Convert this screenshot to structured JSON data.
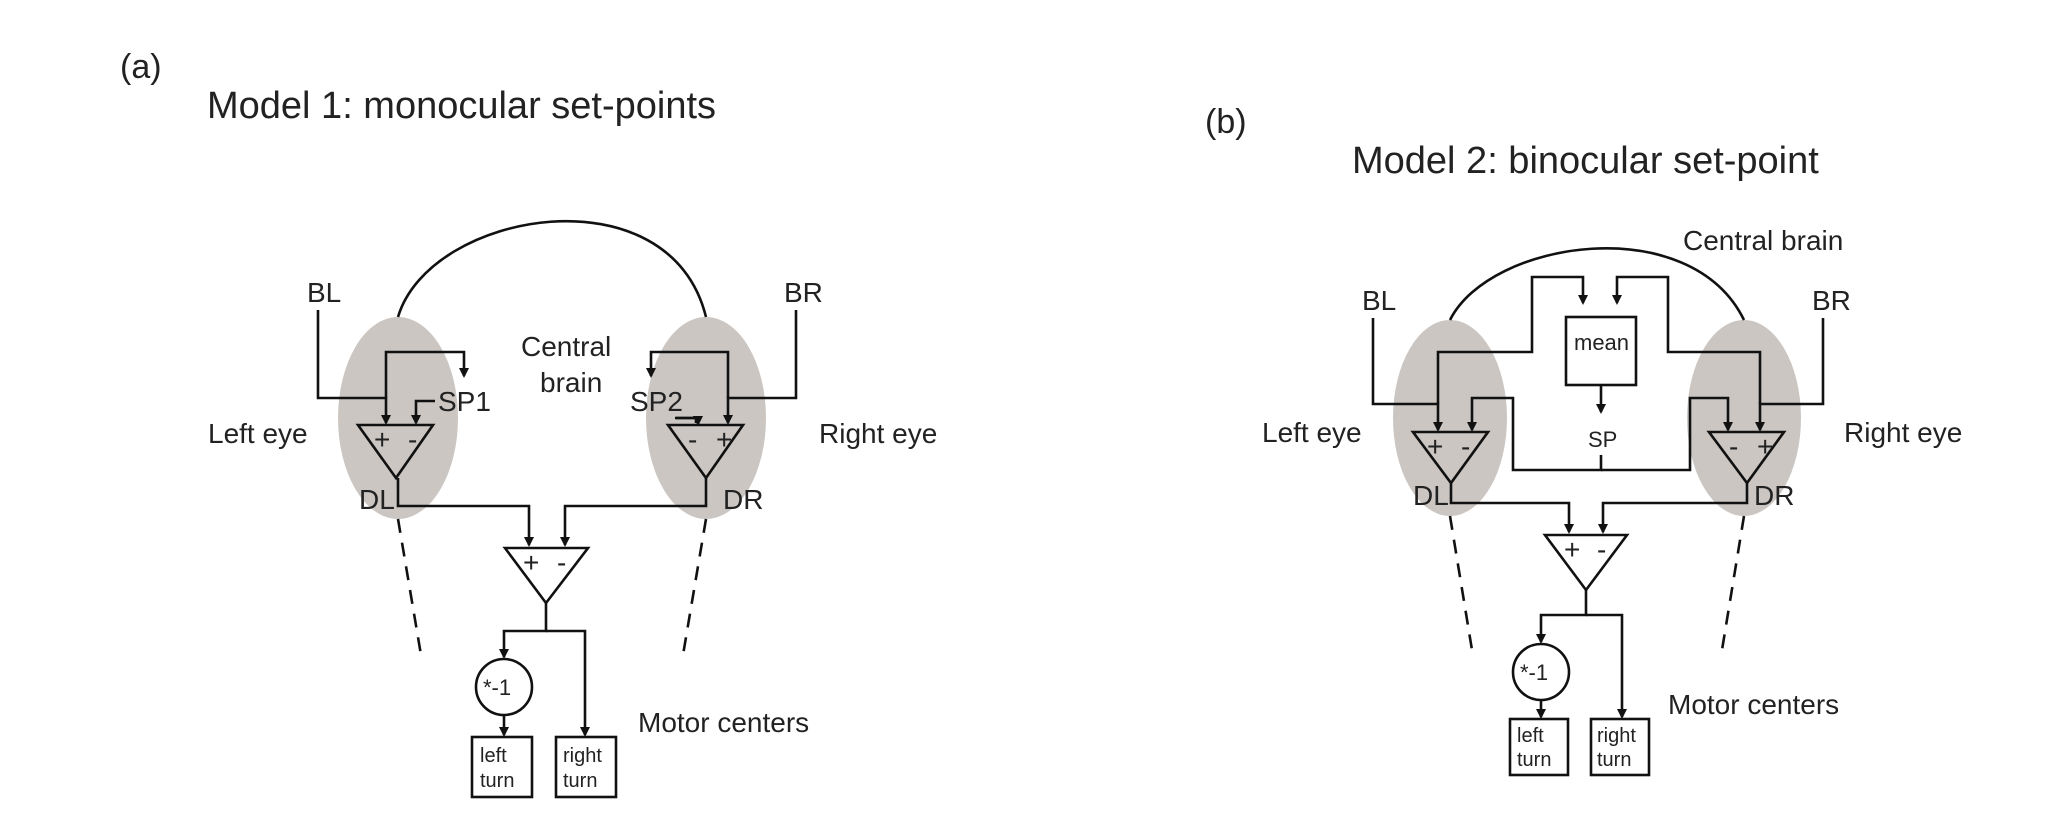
{
  "panel_a": {
    "label": "(a)",
    "title": "Model 1: monocular set-points",
    "left_eye": "Left eye",
    "right_eye": "Right eye",
    "central_brain_1": "Central",
    "central_brain_2": "brain",
    "bl": "BL",
    "br": "BR",
    "sp1": "SP1",
    "sp2": "SP2",
    "dl": "DL",
    "dr": "DR",
    "left_comparator_signs": [
      "+",
      "-"
    ],
    "right_comparator_signs": [
      "-",
      "+"
    ],
    "motor_comparator_signs": [
      "+",
      "-"
    ],
    "invert": "*-1",
    "left_turn_1": "left",
    "left_turn_2": "turn",
    "right_turn_1": "right",
    "right_turn_2": "turn",
    "motor_centers": "Motor centers"
  },
  "panel_b": {
    "label": "(b)",
    "title": "Model 2: binocular set-point",
    "left_eye": "Left eye",
    "right_eye": "Right eye",
    "central_brain": "Central brain",
    "bl": "BL",
    "br": "BR",
    "mean": "mean",
    "sp": "SP",
    "dl": "DL",
    "dr": "DR",
    "left_comparator_signs": [
      "+",
      "-"
    ],
    "right_comparator_signs": [
      "-",
      "+"
    ],
    "motor_comparator_signs": [
      "+",
      "-"
    ],
    "invert": "*-1",
    "left_turn_1": "left",
    "left_turn_2": "turn",
    "right_turn_1": "right",
    "right_turn_2": "turn",
    "motor_centers": "Motor centers"
  }
}
